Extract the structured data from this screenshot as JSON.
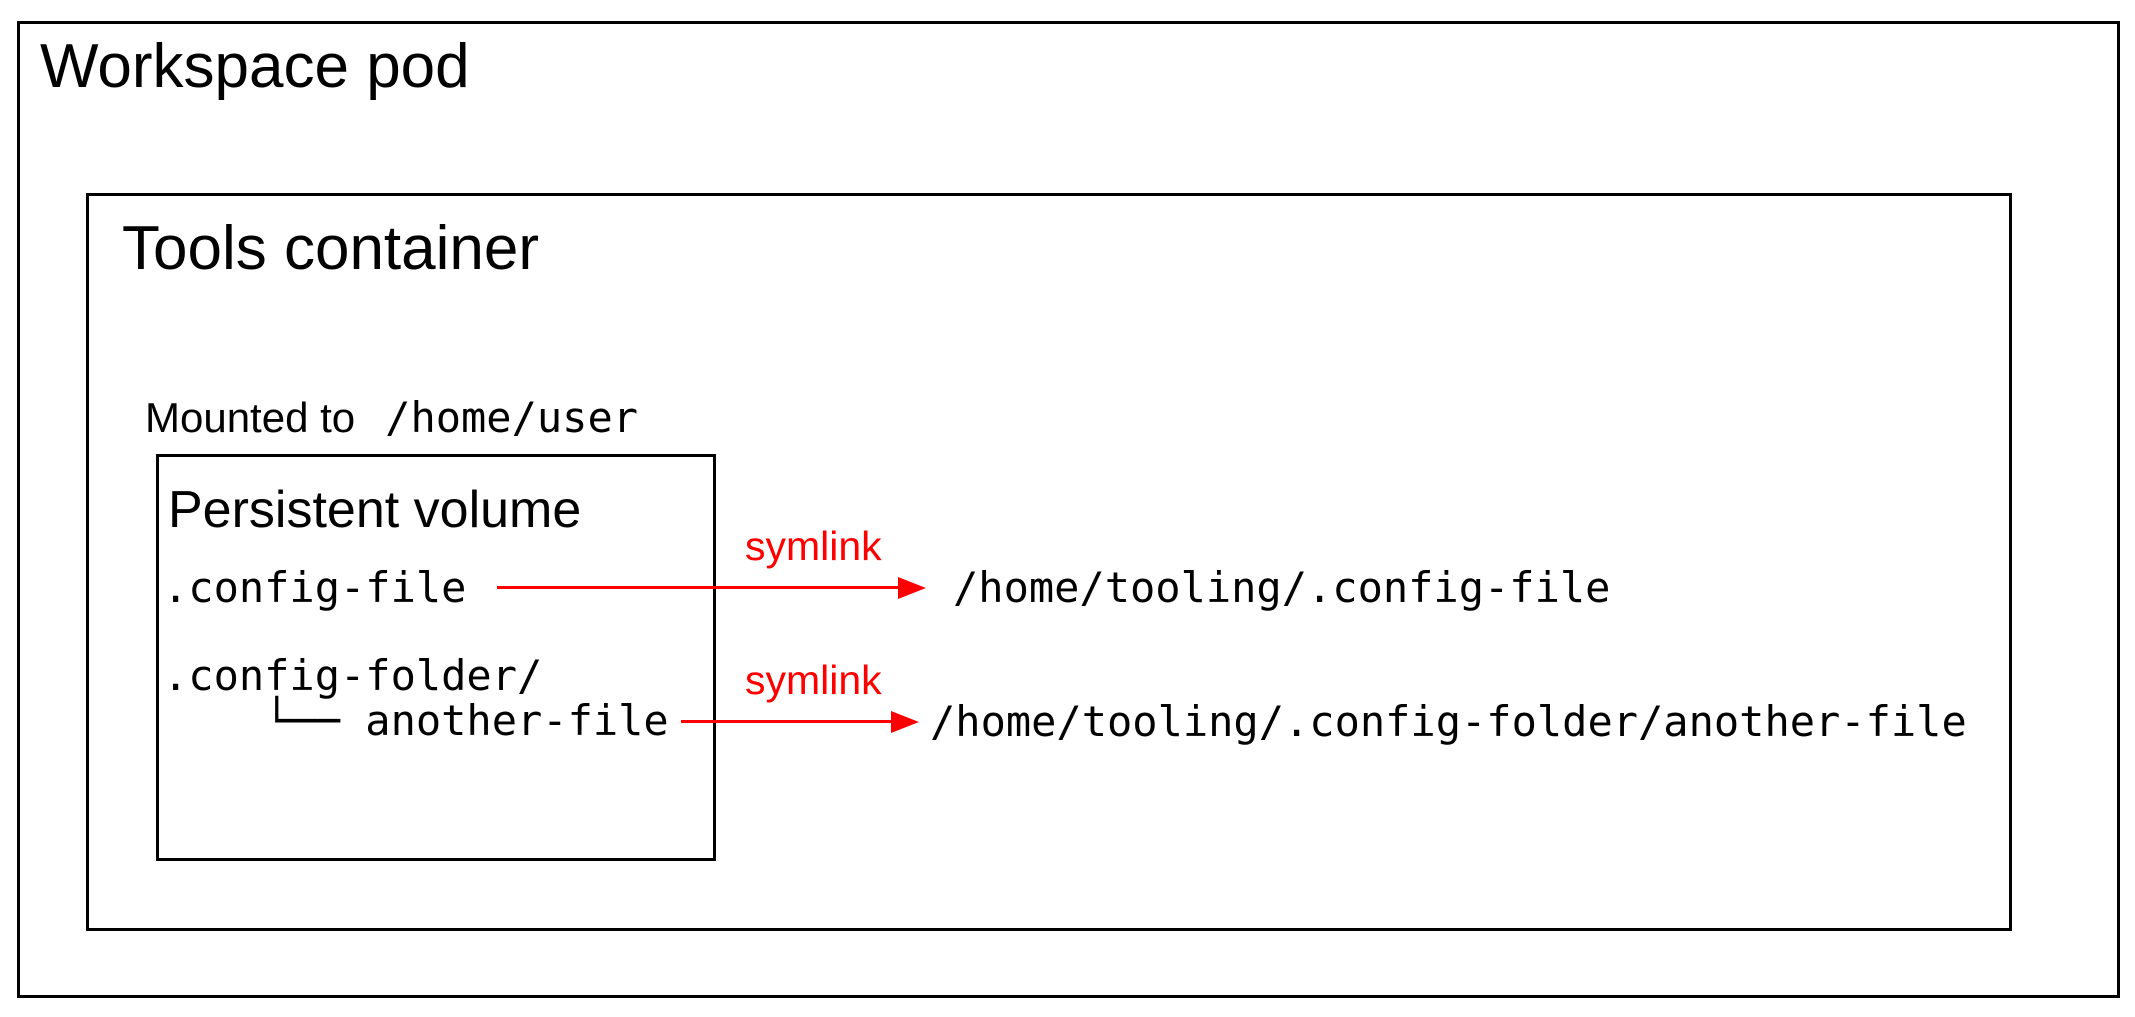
{
  "workspace_pod": {
    "label": "Workspace pod"
  },
  "tools_container": {
    "label": "Tools container"
  },
  "mount": {
    "text": "Mounted to",
    "path": "/home/user"
  },
  "persistent_volume": {
    "label": "Persistent volume",
    "entries": [
      {
        "name": ".config-file"
      },
      {
        "name": ".config-folder/"
      },
      {
        "name": "    └── another-file"
      }
    ]
  },
  "symlinks": [
    {
      "label": "symlink",
      "target": "/home/tooling/.config-file"
    },
    {
      "label": "symlink",
      "target": "/home/tooling/.config-folder/another-file"
    }
  ],
  "colors": {
    "symlink_arrow": "#ff0000",
    "box_border": "#000000",
    "background": "#ffffff",
    "text": "#000000"
  }
}
